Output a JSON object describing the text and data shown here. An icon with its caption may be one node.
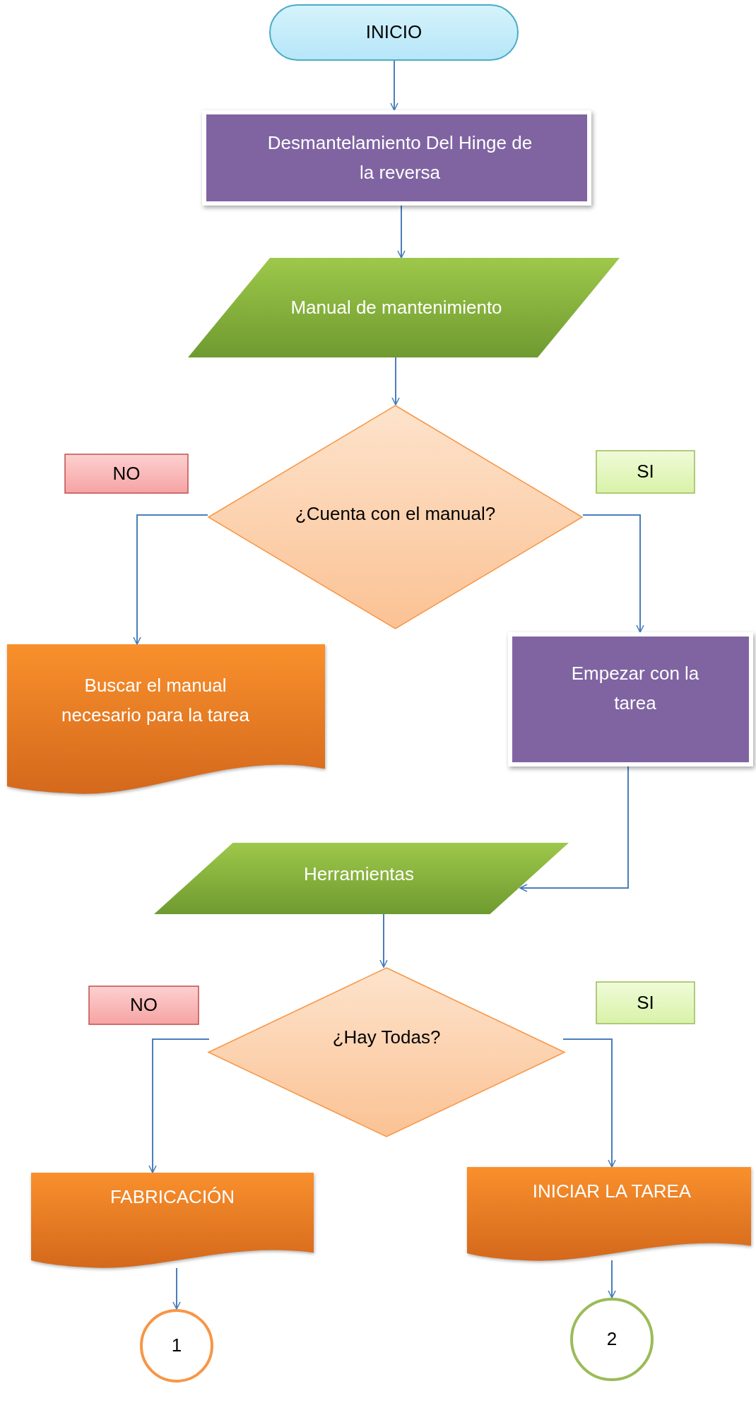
{
  "diagram": {
    "nodes": [
      {
        "text": [
          "INICIO"
        ]
      },
      {
        "text": [
          "Desmantelamiento Del Hinge de la reversa"
        ]
      },
      {
        "text": [
          "Manual de mantenimiento"
        ]
      },
      {
        "text": [
          "¿Cuenta con el manual?"
        ]
      },
      {
        "text": [
          "NO"
        ]
      },
      {
        "text": [
          "SI"
        ]
      },
      {
        "text": [
          "Buscar el manual necesario para la tarea"
        ]
      },
      {
        "text": [
          "Empezar con la tarea"
        ]
      },
      {
        "text": [
          "Herramientas"
        ]
      },
      {
        "text": [
          "¿Hay Todas?"
        ]
      },
      {
        "text": [
          "NO"
        ]
      },
      {
        "text": [
          "SI"
        ]
      },
      {
        "text": [
          "FABRICACIÓN"
        ]
      },
      {
        "text": [
          "INICIAR LA TAREA"
        ]
      },
      {
        "text": [
          "1"
        ]
      },
      {
        "text": [
          "2"
        ]
      }
    ],
    "edges": [
      {
        "from": 0,
        "to": 1,
        "arrow": "to"
      },
      {
        "from": 1,
        "to": 2,
        "arrow": "to"
      },
      {
        "from": 2,
        "to": 3,
        "arrow": "to"
      },
      {
        "from": 3,
        "to": 6,
        "arrow": "to"
      },
      {
        "from": 3,
        "to": 7,
        "arrow": "to"
      },
      {
        "from": 7,
        "to": 8,
        "arrow": "to"
      },
      {
        "from": 8,
        "to": 9,
        "arrow": "to"
      },
      {
        "from": 9,
        "to": 12,
        "arrow": "to"
      },
      {
        "from": 9,
        "to": 13,
        "arrow": "to"
      },
      {
        "from": 12,
        "to": 14,
        "arrow": "to"
      },
      {
        "from": 13,
        "to": 15,
        "arrow": "to"
      }
    ]
  }
}
